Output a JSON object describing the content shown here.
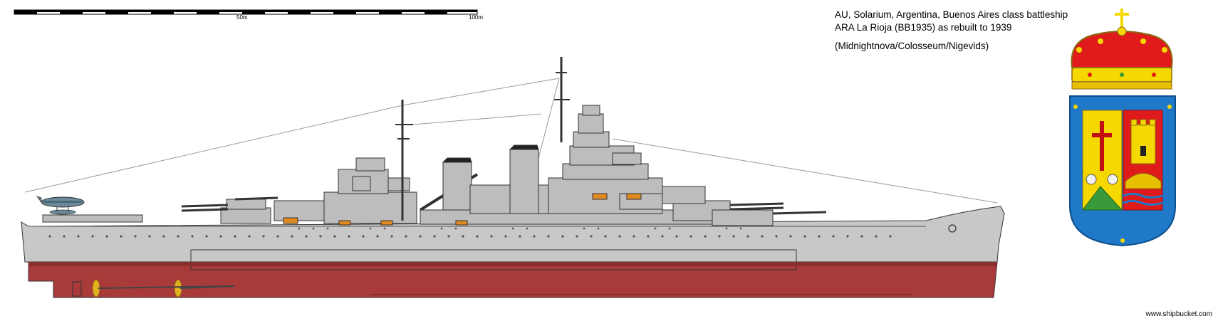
{
  "scale_bar": {
    "mid_label": "50m",
    "end_label": "100m"
  },
  "caption": {
    "line1": "AU, Solarium, Argentina, Buenos Aires class battleship",
    "line2": "ARA La Rioja (BB1935) as rebuilt to 1939",
    "line3": "(Midnightnova/Colosseum/Nigevids)"
  },
  "footer": {
    "website": "www.shipbucket.com"
  },
  "colors": {
    "hull_grey": "#c8c8c8",
    "hull_red": "#a83a3a",
    "superstructure_grey": "#bdbdbd",
    "outline": "#333333",
    "crest_blue": "#1f78c8",
    "crest_red": "#e01b1b",
    "crest_yellow": "#f5d800",
    "crest_green": "#3a9a3a"
  },
  "icons": [
    "ship-side-profile",
    "scout-seaplane-icon",
    "coat-of-arms-la-rioja",
    "royal-crown-icon"
  ]
}
